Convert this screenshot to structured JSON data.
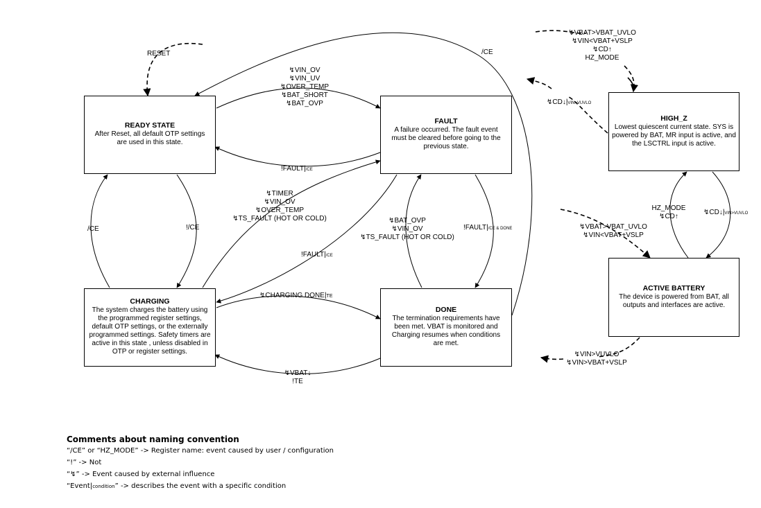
{
  "states": {
    "ready": {
      "title": "READY STATE",
      "body": "After Reset, all default OTP settings are used in this state."
    },
    "fault": {
      "title": "FAULT",
      "body": "A failure occurred.  The fault event must be cleared before going to the previous state."
    },
    "charging": {
      "title": "CHARGING",
      "body": "The system charges the battery using the programmed register settings, default OTP settings, or the externally programmed settings. Safety timers are active in this state , unless disabled in OTP or register settings."
    },
    "done": {
      "title": "DONE",
      "body": "The termination requirements have been met.  VBAT is monitored and Charging resumes when conditions are met."
    },
    "highz": {
      "title": "HIGH_Z",
      "body": "Lowest quiescent current state.  SYS is powered by BAT, MR input is active, and the LSCTRL input is active."
    },
    "active": {
      "title": "ACTIVE BATTERY",
      "body": "The device is powered from BAT, all outputs and interfaces are active."
    }
  },
  "labels": {
    "reset": "RESET",
    "ce_top": "/CE",
    "fault_entry": [
      "↯VIN_OV",
      "↯VIN_UV",
      "↯OVER_TEMP",
      "↯BAT_SHORT",
      "↯BAT_OVP"
    ],
    "fault_exit_ready": {
      "main": "!FAULT|",
      "sub": "/CE"
    },
    "charging_fault": [
      "↯TIMER",
      "↯VIN_OV",
      "↯OVER_TEMP",
      "↯TS_FAULT (HOT OR COLD)"
    ],
    "ce_left": "/CE",
    "not_ce": "!/CE",
    "fault_exit_charging": {
      "main": "!FAULT|",
      "sub": "/CE"
    },
    "done_fault": [
      "↯BAT_OVP",
      "↯VIN_OV",
      "↯TS_FAULT (HOT OR COLD)"
    ],
    "fault_exit_done": {
      "main": "!FAULT|",
      "sub": "/CE & DONE"
    },
    "charging_done": {
      "main": "↯CHARGING DONE|",
      "sub": "TE"
    },
    "vbat_recharge": [
      "↯VBAT↓",
      "!TE"
    ],
    "highz_entry": [
      "↯VBAT>VBAT_UVLO",
      "↯VIN<VBAT+VSLP",
      "↯CD↑",
      "HZ_MODE"
    ],
    "highz_exit": {
      "main": "↯CD↓|",
      "sub": "VIN>VUVLO"
    },
    "active_to_highz": [
      "HZ_MODE",
      "↯CD↑"
    ],
    "highz_to_active": {
      "main": "↯CD↓|",
      "sub": "VIN>VUVLO"
    },
    "active_entry": [
      "↯VBAT>VBAT_UVLO",
      "↯VIN<VBAT+VSLP"
    ],
    "active_exit": [
      "↯VIN>VUVLO",
      "↯VIN>VBAT+VSLP"
    ]
  },
  "notes": {
    "heading": "Comments about naming convention",
    "line1": "“/CE” or “HZ_MODE” -> Register name: event caused by user / configuration",
    "line2": "“!” -> Not",
    "line3": "“↯” -> Event caused by external influence",
    "line4_a": "“Event|",
    "line4_sub": "condition",
    "line4_b": "” -> describes the event with a specific condition"
  }
}
